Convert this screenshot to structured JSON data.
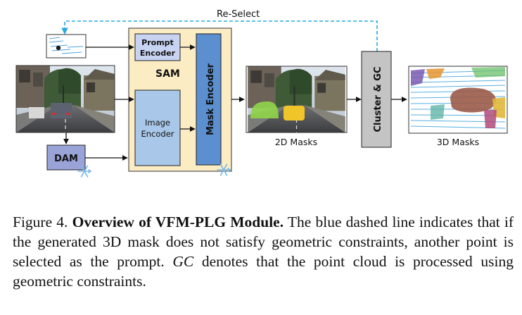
{
  "diagram": {
    "reselect_label": "Re-Select",
    "prompt_encoder": [
      "Prompt",
      "Encoder"
    ],
    "sam_label": "SAM",
    "image_encoder": [
      "Image",
      "Encoder"
    ],
    "mask_encoder": "Mask Encoder",
    "dam_label": "DAM",
    "cluster_gc": "Cluster & GC",
    "masks_2d": "2D Masks",
    "masks_3d": "3D Masks",
    "colors": {
      "sam_bg": "#fbecc4",
      "encoder_blue": "#a9c7e8",
      "mask_blue": "#5b8fd0",
      "dam_bg": "#9aa3d8",
      "prompt_bg": "#c8d3f2",
      "cluster_bg": "#c4c4c4",
      "dashed": "#2aa8e0"
    }
  },
  "caption": {
    "fig_no": "Figure 4.",
    "title": "Overview of VFM-PLG Module.",
    "text1": "The blue dashed line indicates that if the generated 3D mask does not satisfy geometric constraints, another point is selected as the prompt.",
    "gc": "GC",
    "text2": "denotes that the point cloud is processed using geometric constraints."
  }
}
